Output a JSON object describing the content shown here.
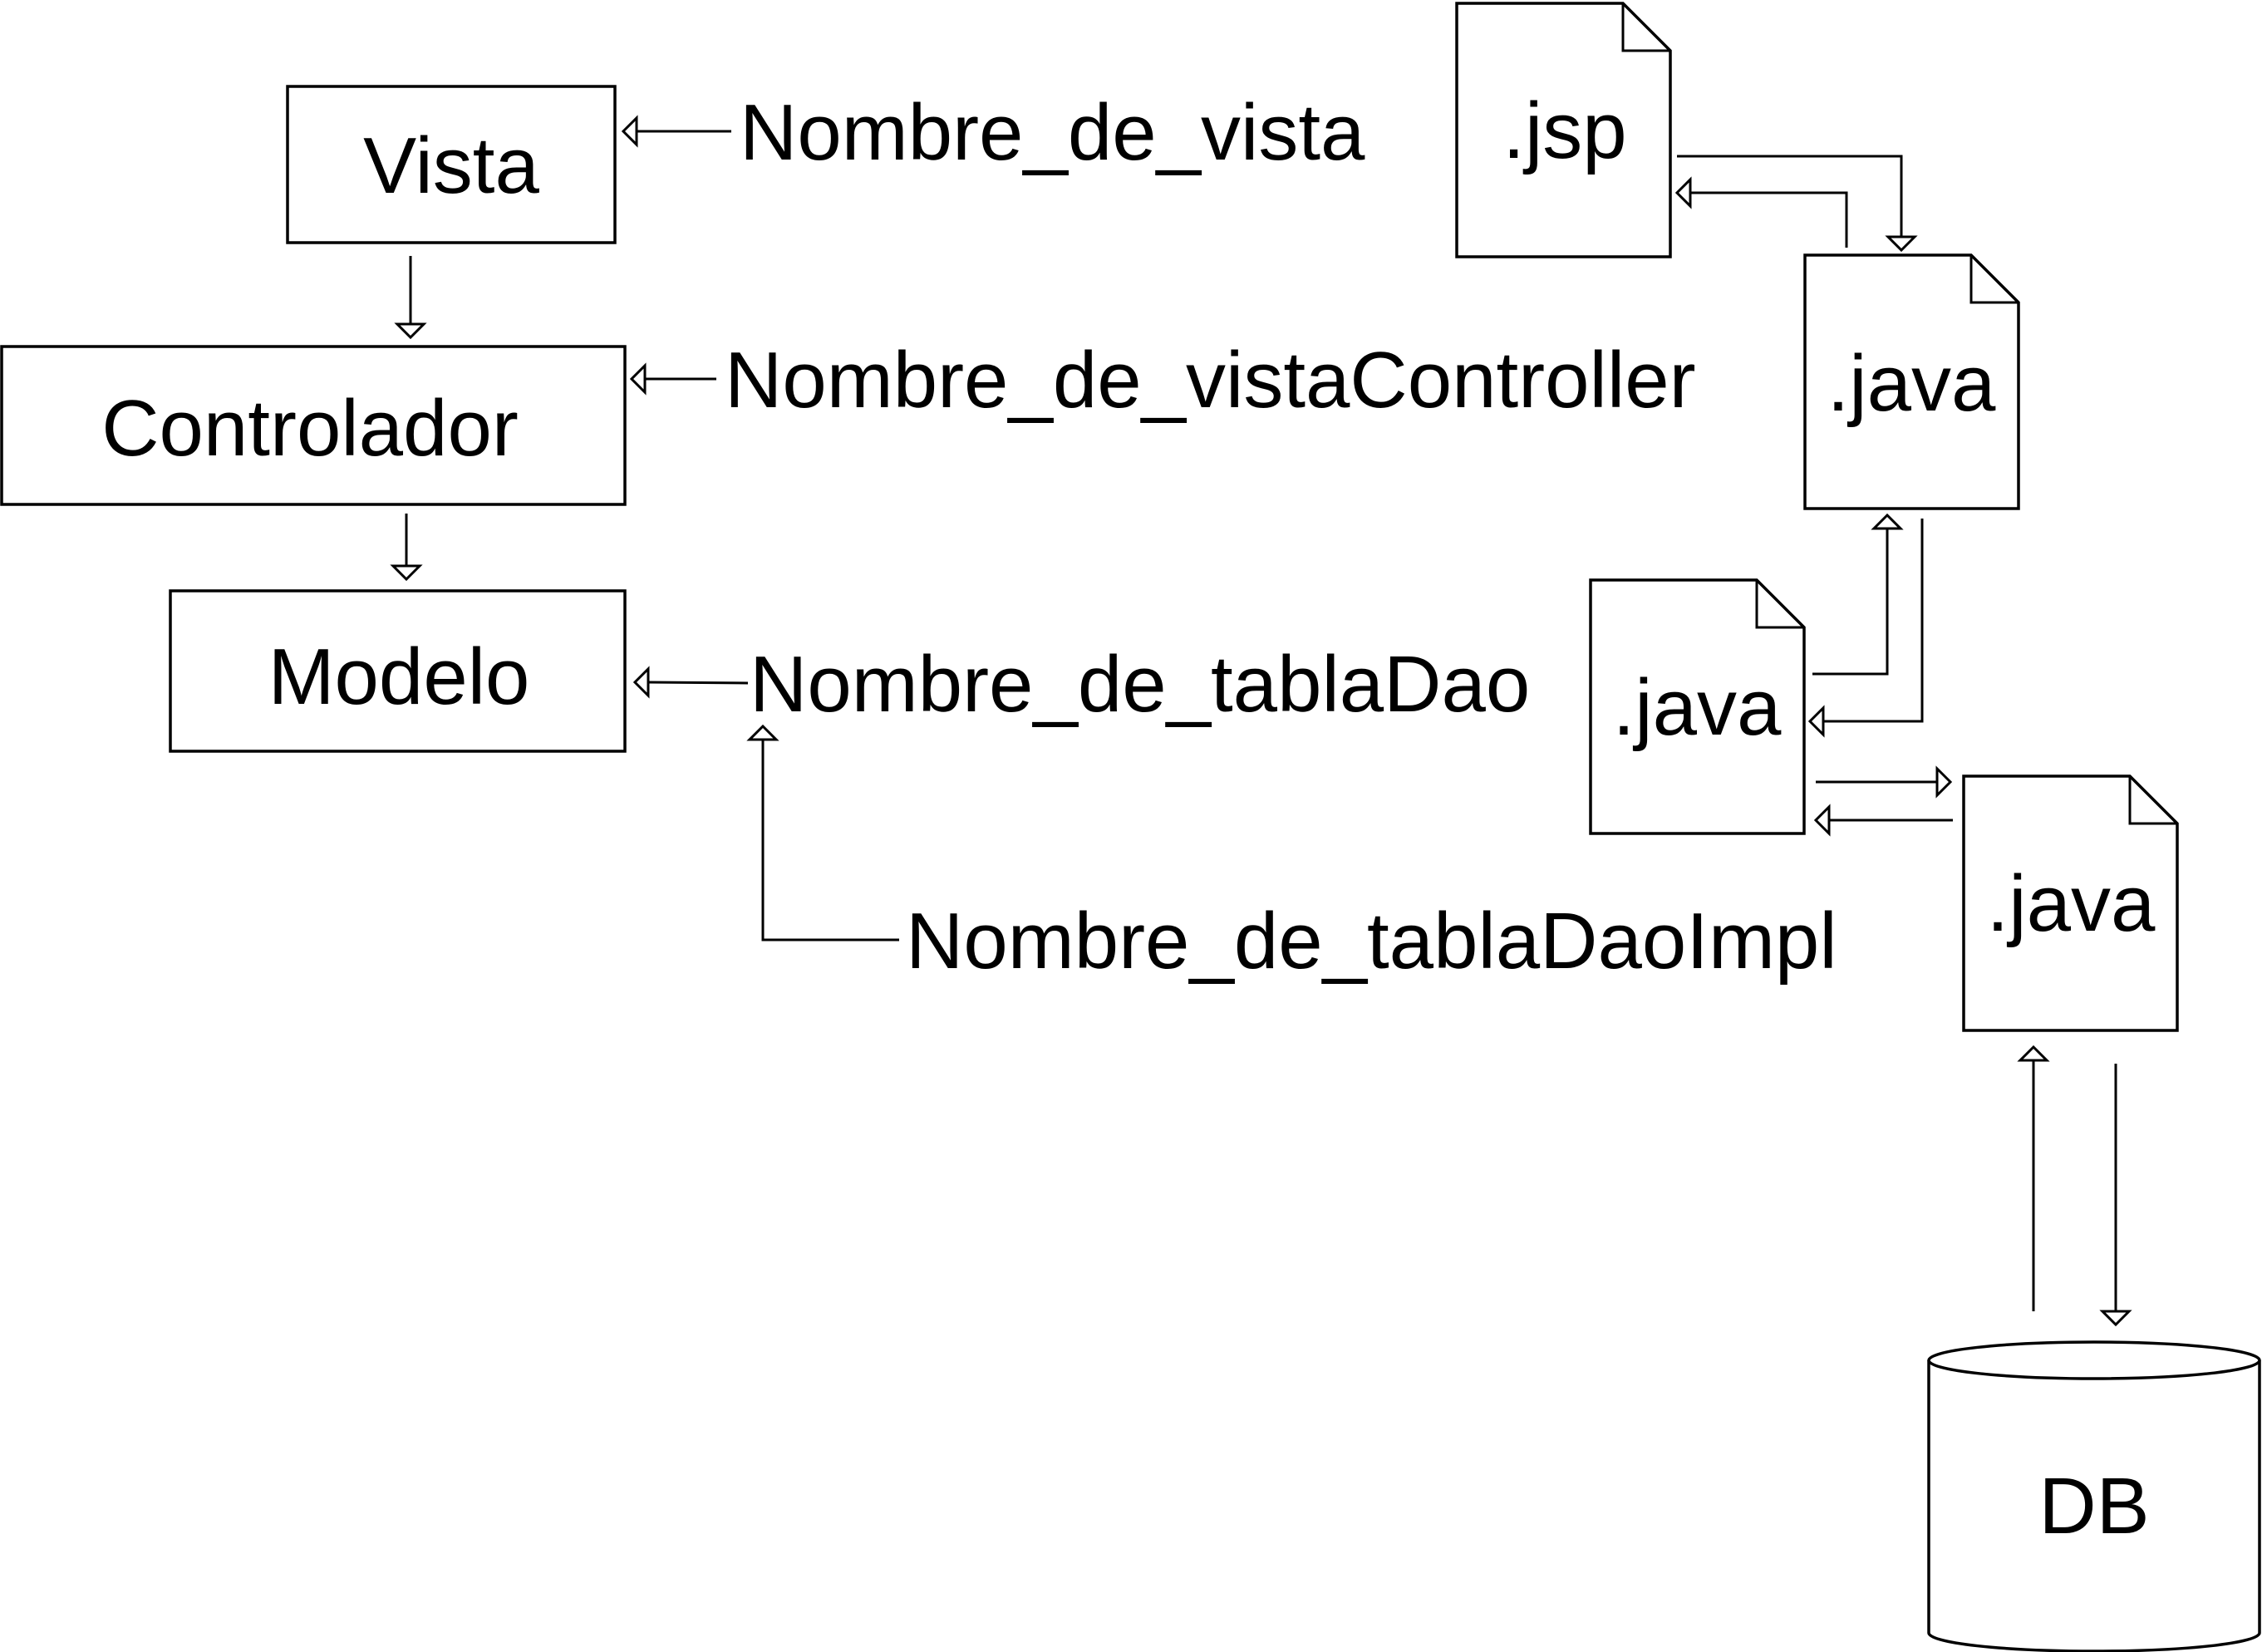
{
  "mvc": {
    "vista": "Vista",
    "controlador": "Controlador",
    "modelo": "Modelo"
  },
  "labels": {
    "nombre_de_vista": "Nombre_de_vista",
    "nombre_de_vista_controller": "Nombre_de_vistaController",
    "nombre_de_tabla_dao": "Nombre_de_tablaDao",
    "nombre_de_tabla_dao_impl": "Nombre_de_tablaDaoImpl"
  },
  "files": {
    "jsp": ".jsp",
    "java_controller": ".java",
    "java_dao": ".java",
    "java_dao_impl": ".java"
  },
  "database": {
    "label": "DB"
  }
}
